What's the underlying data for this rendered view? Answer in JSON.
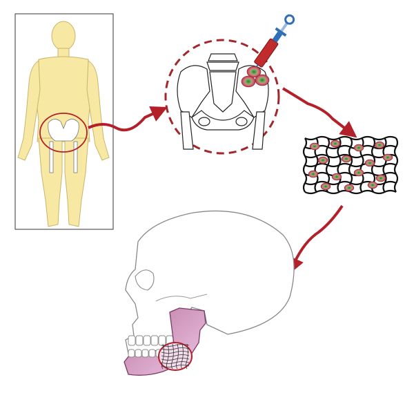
{
  "diagram": {
    "stages": [
      {
        "id": "harvest",
        "icon": "human-body-icon"
      },
      {
        "id": "pelvis-aspiration",
        "icon": "pelvis-icon"
      },
      {
        "id": "syringe",
        "icon": "syringe-icon"
      },
      {
        "id": "scaffold",
        "icon": "mesh-scaffold-icon"
      },
      {
        "id": "implant",
        "icon": "skull-icon"
      }
    ],
    "colors": {
      "skin": "#f7e8a3",
      "skin_outline": "#c9b46a",
      "arrow": "#b3202a",
      "dashed_circle": "#a3262c",
      "cell_red": "#c8454f",
      "cell_green": "#3c7d3a",
      "jaw_pink": "#e4b0d8",
      "syringe_blue": "#2f6fb5",
      "syringe_red": "#c22b2b"
    }
  }
}
